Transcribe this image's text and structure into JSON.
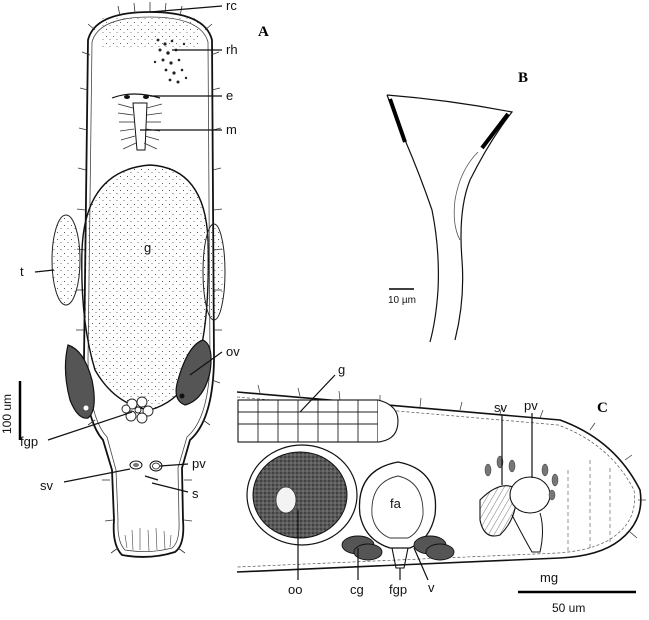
{
  "panels": {
    "a": "A",
    "b": "B",
    "c": "C"
  },
  "labels_a": {
    "rc": "rc",
    "rh": "rh",
    "e": "e",
    "m": "m",
    "g": "g",
    "t": "t",
    "ov": "ov",
    "fgp": "fgp",
    "pv": "pv",
    "sv": "sv",
    "s": "s"
  },
  "labels_c": {
    "g": "g",
    "sv": "sv",
    "pv": "pv",
    "fa": "fa",
    "oo": "oo",
    "cg": "cg",
    "fgp": "fgp",
    "v": "v",
    "mg": "mg"
  },
  "scale_bars": {
    "a": "100 um",
    "b": "10 µm",
    "c": "50 um"
  }
}
